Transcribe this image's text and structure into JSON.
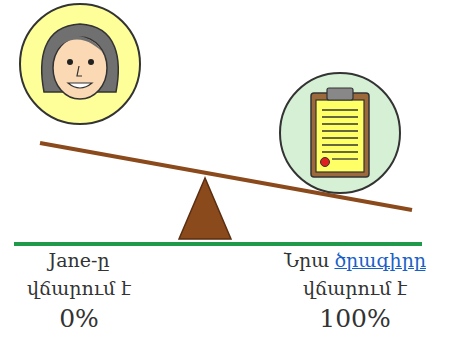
{
  "diagram": {
    "labels": [
      "Jane-ը վճարում է",
      "0%",
      "Նրա",
      "ծրագիրը",
      "վճարում է",
      "100%"
    ]
  }
}
